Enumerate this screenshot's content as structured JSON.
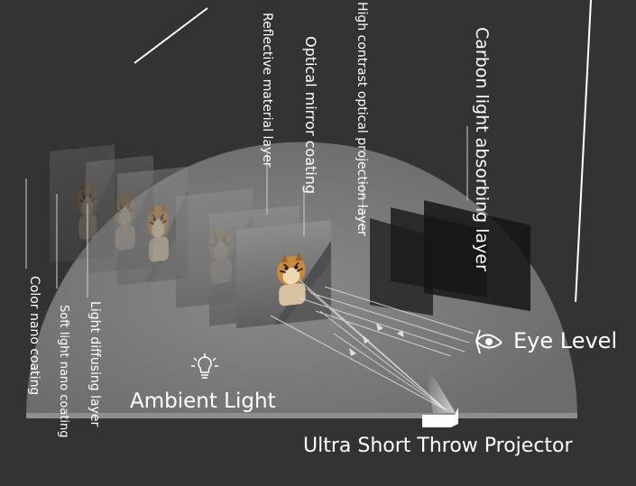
{
  "labels": {
    "carbon": "Carbon light absorbing layer",
    "high_contrast": "High contrast optical projection layer",
    "optical_mirror": "Optical mirror coating",
    "reflective": "Reflective material layer",
    "color_nano": "Color nano coating",
    "soft_light": "Soft light nano coating",
    "light_diffusing": "Light diffusing layer",
    "eye_level": "Eye Level",
    "ambient_light": "Ambient Light",
    "projector": "Ultra Short Throw Projector"
  },
  "colors": {
    "background": "#333333",
    "dome": "#7b7b7b",
    "text": "#ffffff",
    "dark_panel": "#1e1e1e"
  },
  "icons": [
    "eye-icon",
    "light-bulb-icon",
    "projector-icon"
  ]
}
